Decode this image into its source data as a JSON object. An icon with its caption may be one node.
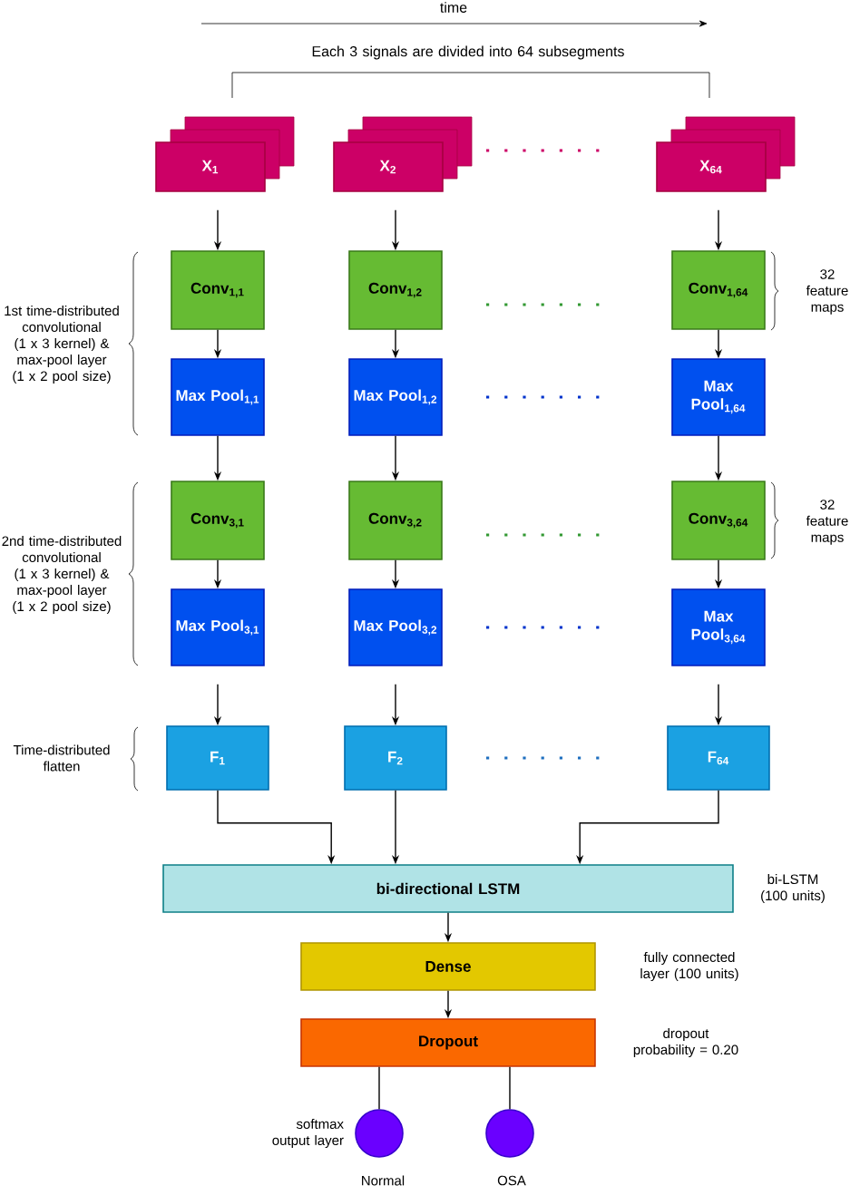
{
  "diagram": {
    "nodes": [
      {
        "text": [
          "X$_{1}$"
        ]
      },
      {
        "text": [
          "X$_{2}$"
        ]
      },
      {
        "text": [
          "X$_{64}$"
        ]
      },
      {
        "text": [
          "Conv$_{1,1}$"
        ]
      },
      {
        "text": [
          "Conv$_{1,2}$"
        ]
      },
      {
        "text": [
          "Conv$_{1,64}$"
        ]
      },
      {
        "text": [
          "Max Pool$_{1,1}$"
        ]
      },
      {
        "text": [
          "Max Pool$_{1,2}$"
        ]
      },
      {
        "text": [
          "Max Pool$_{1,64}$"
        ]
      },
      {
        "text": [
          "Conv$_{3,1}$"
        ]
      },
      {
        "text": [
          "Conv$_{3,2}$"
        ]
      },
      {
        "text": [
          "Conv$_{3,64}$"
        ]
      },
      {
        "text": [
          "Max Pool$_{3,1}$"
        ]
      },
      {
        "text": [
          "Max Pool$_{3,2}$"
        ]
      },
      {
        "text": [
          "Max Pool$_{3,64}$"
        ]
      },
      {
        "text": [
          "F$_{1}$"
        ]
      },
      {
        "text": [
          "F$_{2}$"
        ]
      },
      {
        "text": [
          "F$_{64}$"
        ]
      },
      {
        "text": [
          "bi-directional LSTM"
        ],
        "beside": [
          "bi-LSTM (100 units)"
        ]
      },
      {
        "text": [
          "Dense"
        ],
        "beside": [
          "fully connected layer (100 units)"
        ]
      },
      {
        "text": [
          "Dropout"
        ],
        "beside": [
          "dropout probability = 0.20"
        ]
      },
      {
        "text": [],
        "shape": "circle",
        "beside": [
          "softmax output layer",
          "Normal"
        ]
      },
      {
        "text": [],
        "shape": "circle",
        "beside": [
          "OSA"
        ]
      }
    ],
    "edges": [
      {
        "from": 0,
        "to": 3,
        "arrow": "to"
      },
      {
        "from": 1,
        "to": 4,
        "arrow": "to"
      },
      {
        "from": 2,
        "to": 5,
        "arrow": "to"
      },
      {
        "from": 3,
        "to": 6,
        "arrow": "to"
      },
      {
        "from": 4,
        "to": 7,
        "arrow": "to"
      },
      {
        "from": 5,
        "to": 8,
        "arrow": "to"
      },
      {
        "from": 6,
        "to": 9,
        "arrow": "to"
      },
      {
        "from": 7,
        "to": 10,
        "arrow": "to"
      },
      {
        "from": 8,
        "to": 11,
        "arrow": "to"
      },
      {
        "from": 9,
        "to": 12,
        "arrow": "to"
      },
      {
        "from": 10,
        "to": 13,
        "arrow": "to"
      },
      {
        "from": 11,
        "to": 14,
        "arrow": "to"
      },
      {
        "from": 12,
        "to": 15,
        "arrow": "to"
      },
      {
        "from": 13,
        "to": 16,
        "arrow": "to"
      },
      {
        "from": 14,
        "to": 17,
        "arrow": "to"
      },
      {
        "from": 15,
        "to": 18,
        "arrow": "to"
      },
      {
        "from": 16,
        "to": 18,
        "arrow": "to"
      },
      {
        "from": 17,
        "to": 18,
        "arrow": "to"
      },
      {
        "from": 18,
        "to": 19,
        "arrow": "to"
      },
      {
        "from": 19,
        "to": 20,
        "arrow": "to"
      },
      {
        "from": 20,
        "to": 21,
        "arrow": "none"
      },
      {
        "from": 20,
        "to": 22,
        "arrow": "none"
      }
    ],
    "labels": [
      "time",
      "Each 3 signals are divided into 64 subsegments",
      "1st time-distributed convolutional (1 x 3 kernel) & max-pool layer (1 x 2 pool size)",
      "32 feature maps",
      "2nd time-distributed convolutional (1 x 3 kernel) & max-pool layer (1 x 2 pool size)",
      "32 feature maps",
      "Time-distributed flatten"
    ]
  }
}
